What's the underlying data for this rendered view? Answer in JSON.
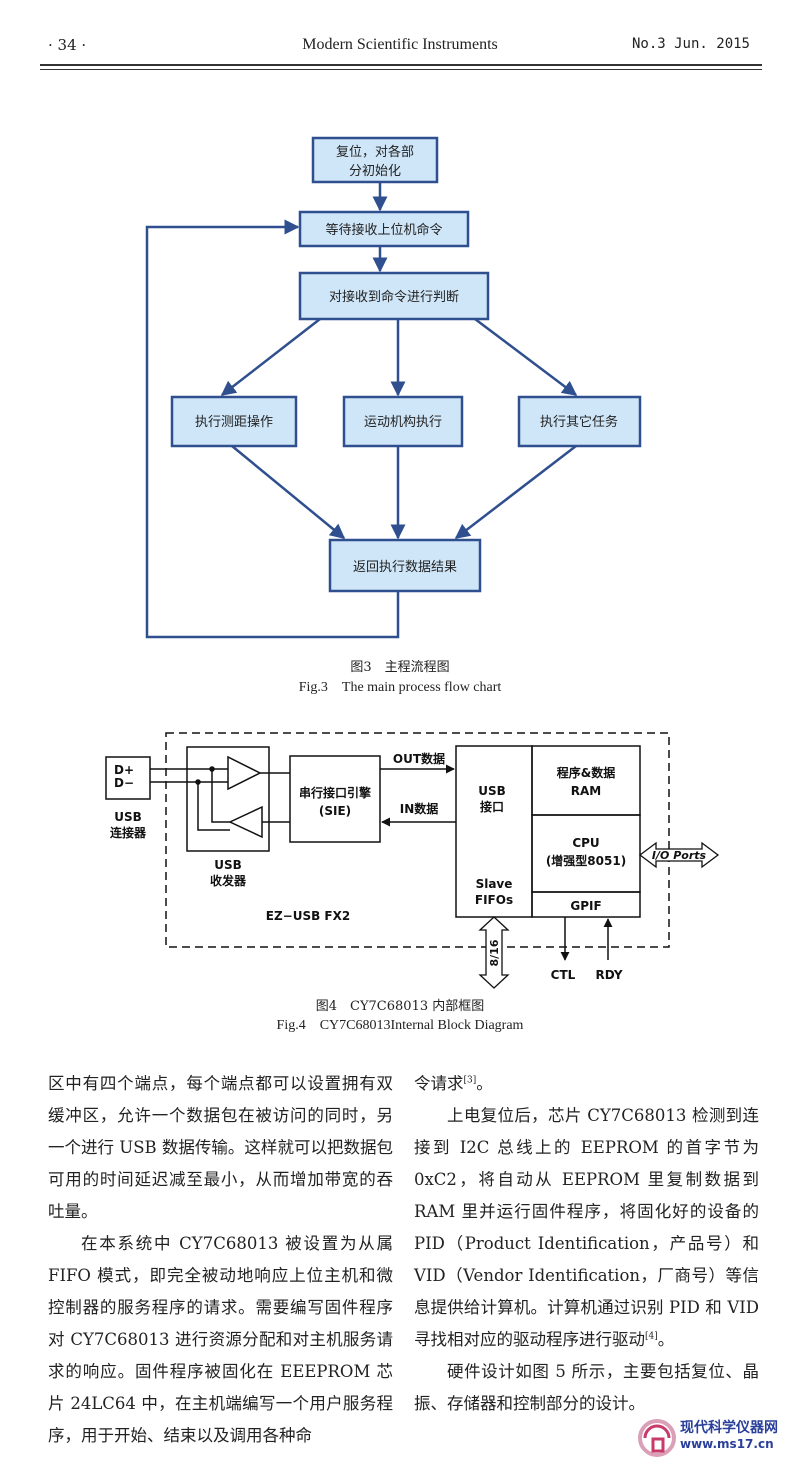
{
  "header": {
    "page": "· 34 ·",
    "journal": "Modern Scientific Instruments",
    "issue": "No.3 Jun. 2015"
  },
  "fig3": {
    "nodes": {
      "init_l1": "复位，对各部",
      "init_l2": "分初始化",
      "wait": "等待接收上位机命令",
      "judge": "对接收到命令进行判断",
      "measure": "执行测距操作",
      "motion": "运动机构执行",
      "other": "执行其它任务",
      "return": "返回执行数据结果"
    },
    "caption_cn": "图3　主程流程图",
    "caption_en": "Fig.3　The main process flow chart"
  },
  "fig4": {
    "dplus": "D+",
    "dminus": "D−",
    "usb_conn_l1": "USB",
    "usb_conn_l2": "连接器",
    "transceiver_l1": "USB",
    "transceiver_l2": "收发器",
    "sie_l1": "串行接口引擎",
    "sie_l2": "(SIE)",
    "out_data": "OUT数据",
    "in_data": "IN数据",
    "usb_if_l1": "USB",
    "usb_if_l2": "接口",
    "slave_l1": "Slave",
    "slave_l2": "FIFOs",
    "ram_l1": "程序&数据",
    "ram_l2": "RAM",
    "cpu_l1": "CPU",
    "cpu_l2": "(增强型8051)",
    "gpif": "GPIF",
    "io_ports": "I/O Ports",
    "ezusb": "EZ−USB FX2",
    "bus": "8/16",
    "ctl": "CTL",
    "rdy": "RDY",
    "caption_cn": "图4　CY7C68013 内部框图",
    "caption_en": "Fig.4　CY7C68013Internal Block Diagram"
  },
  "body": {
    "left_p1": "区中有四个端点，每个端点都可以设置拥有双缓冲区，允许一个数据包在被访问的同时，另一个进行 USB 数据传输。这样就可以把数据包可用的时间延迟减至最小，从而增加带宽的吞吐量。",
    "left_p2": "在本系统中 CY7C68013 被设置为从属 FIFO 模式，即完全被动地响应上位主机和微控制器的服务程序的请求。需要编写固件程序对 CY7C68013 进行资源分配和对主机服务请求的响应。固件程序被固化在 EEEPROM 芯片 24LC64 中，在主机端编写一个用户服务程序，用于开始、结束以及调用各种命",
    "right_p0": "令请求",
    "right_p0_ref": "[3]",
    "right_p0_end": "。",
    "right_p1": "上电复位后，芯片 CY7C68013 检测到连接到 I2C 总线上的 EEPROM 的首字节为 0xC2，将自动从 EEPROM 里复制数据到 RAM 里并运行固件程序，将固化好的设备的 PID（Product Identification，产品号）和 VID（Vendor Identification，厂商号）等信息提供给计算机。计算机通过识别 PID 和 VID 寻找相对应的驱动程序进行驱动",
    "right_p1_ref": "[4]",
    "right_p1_end": "。",
    "right_p2": "硬件设计如图 5 所示，主要包括复位、晶振、存储器和控制部分的设计。"
  },
  "watermark": {
    "line1": "现代科学仪器网",
    "line2": "www.ms17.cn"
  }
}
